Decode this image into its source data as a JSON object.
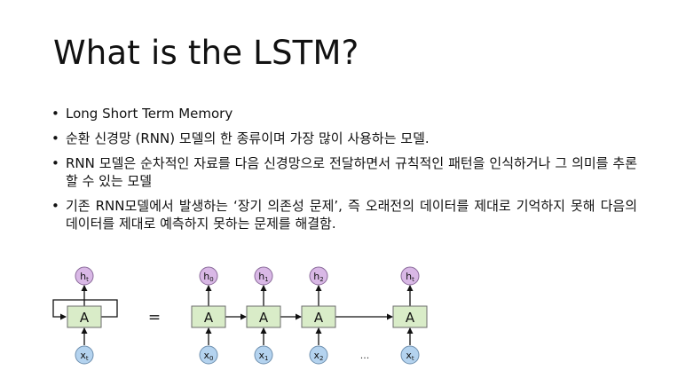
{
  "title": "What is the LSTM?",
  "bullets": [
    "Long Short Term Memory",
    "순환 신경망 (RNN) 모델의 한 종류이며 가장 많이 사용하는 모델.",
    "RNN 모델은 순차적인 자료를 다음 신경망으로 전달하면서 규칙적인 패턴을 인식하거나 그 의미를 추론할 수 있는 모델",
    "기존 RNN모델에서 발생하는 ‘장기 의존성 문제’, 즉 오래전의 데이터를 제대로 기억하지 못해 다음의 데이터를 제대로 예측하지 못하는 문제를 해결함."
  ],
  "diagram": {
    "folded": {
      "cell": "A",
      "output": "h",
      "output_sub": "t",
      "input": "x",
      "input_sub": "t"
    },
    "equals": "=",
    "unrolled": [
      {
        "cell": "A",
        "output": "h",
        "output_sub": "0",
        "input": "x",
        "input_sub": "0"
      },
      {
        "cell": "A",
        "output": "h",
        "output_sub": "1",
        "input": "x",
        "input_sub": "1"
      },
      {
        "cell": "A",
        "output": "h",
        "output_sub": "2",
        "input": "x",
        "input_sub": "2"
      },
      {
        "cell": "A",
        "output": "h",
        "output_sub": "t",
        "input": "x",
        "input_sub": "t"
      }
    ],
    "ellipsis": "...",
    "colors": {
      "cell_fill": "#d9ecc8",
      "cell_stroke": "#6b6b6b",
      "output_fill": "#d9b8e6",
      "output_stroke": "#8a6a9a",
      "input_fill": "#b4d3ef",
      "input_stroke": "#6e8fae",
      "arrow": "#111111"
    }
  }
}
